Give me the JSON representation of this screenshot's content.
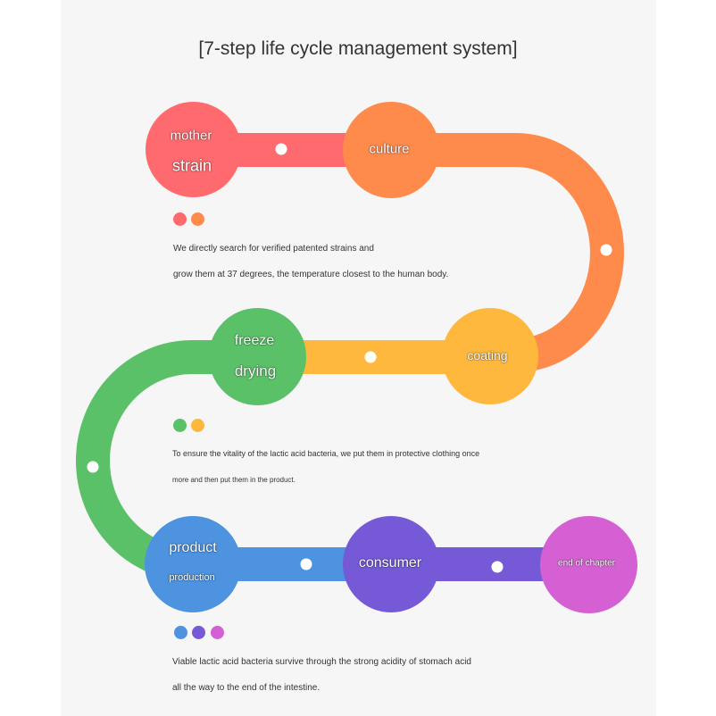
{
  "title": "[7-step life cycle management system]",
  "colors": {
    "red": "#fe6a6e",
    "orange": "#fe8a4c",
    "yellow": "#feb83e",
    "green": "#5bc168",
    "blue": "#4d93e0",
    "purple": "#7559d7",
    "pink": "#d560d4"
  },
  "nodes": {
    "mother_strain": {
      "line1": "mother",
      "line2": "strain"
    },
    "culture": {
      "label": "culture"
    },
    "coating": {
      "label": "coating"
    },
    "freeze_drying": {
      "line1": "freeze",
      "line2": "drying"
    },
    "product_production": {
      "line1": "product",
      "line2": "production"
    },
    "consumer": {
      "label": "consumer"
    },
    "end_of_chapter": {
      "label": "end of chapter"
    }
  },
  "descriptions": {
    "section1": {
      "line1": "We directly search for verified patented strains and",
      "line2": "grow them at 37 degrees, the temperature closest to the human body."
    },
    "section2": {
      "line1": "To ensure the vitality of the lactic acid bacteria, we put them in protective clothing once",
      "line2": "more and then put them in the product."
    },
    "section3": {
      "line1": "Viable lactic acid bacteria survive through the strong acidity of stomach acid",
      "line2": "all the way to the end of the intestine."
    }
  }
}
